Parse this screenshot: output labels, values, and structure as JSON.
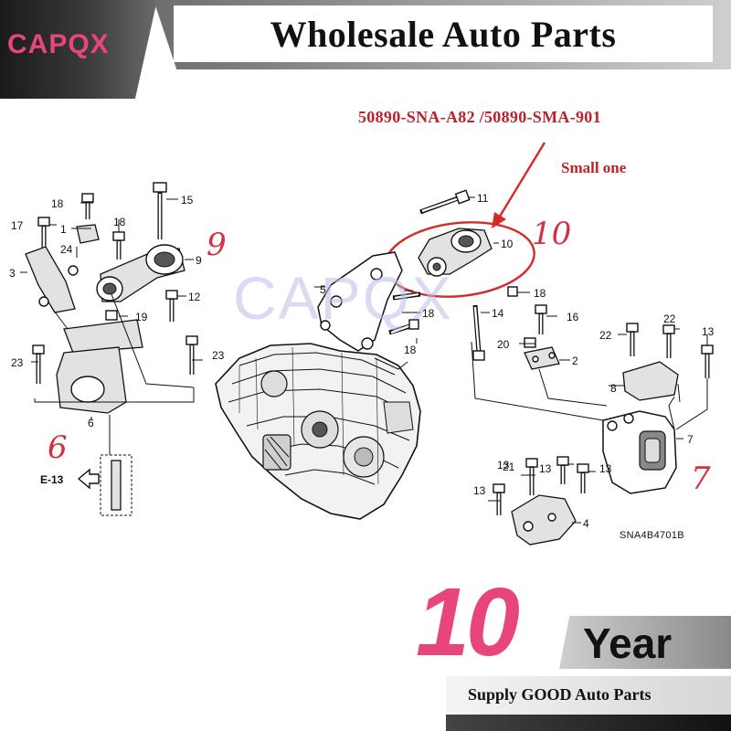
{
  "header": {
    "brand": "CAPQX",
    "title": "Wholesale Auto Parts"
  },
  "annotations": {
    "part_numbers": "50890-SNA-A82 /50890-SMA-901",
    "note": "Small one",
    "hand_labels": [
      "9",
      "10",
      "6",
      "7"
    ]
  },
  "watermark": "CAPQX",
  "diagram": {
    "labels": [
      "18",
      "15",
      "17",
      "1",
      "18",
      "24",
      "3",
      "9",
      "12",
      "19",
      "23",
      "23",
      "6",
      "E-13",
      "11",
      "10",
      "5",
      "18",
      "14",
      "18",
      "18",
      "16",
      "20",
      "2",
      "22",
      "22",
      "13",
      "8",
      "7",
      "13",
      "21",
      "13",
      "13",
      "13",
      "4"
    ],
    "code": "SNA4B4701B"
  },
  "footer": {
    "number": "10",
    "unit": "Year",
    "slogan": "Supply GOOD Auto Parts"
  },
  "colors": {
    "accent_pink": "#e8457a",
    "annotation_red": "#c0202a",
    "hand_red": "#d63040"
  }
}
